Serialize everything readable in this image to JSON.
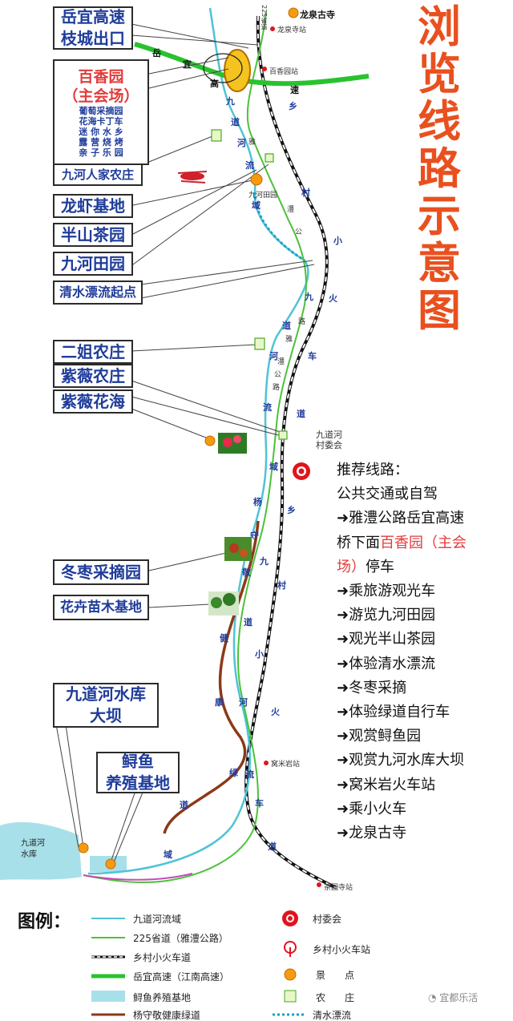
{
  "title_chars": [
    "浏",
    "览",
    "线",
    "路",
    "示",
    "意",
    "图"
  ],
  "boxes": {
    "exit": [
      "岳宜高速",
      "枝城出口"
    ],
    "baixiang": {
      "name": "百香园",
      "sub_name": "（主会场）",
      "items": [
        "葡萄采摘园",
        "花海卡丁车",
        "迷 你 水 乡",
        "露 营 烧 烤",
        "亲 子 乐 园"
      ]
    },
    "jiuhe_farm": "九河人家农庄",
    "crayfish": "龙虾基地",
    "tea": "半山茶园",
    "jiuhe_field": "九河田园",
    "rafting": "清水漂流起点",
    "erjie": "二姐农庄",
    "ziwei_farm": "紫薇农庄",
    "ziwei_flower": "紫薇花海",
    "jujube": "冬枣采摘园",
    "seedling": "花卉苗木基地",
    "reservoir": [
      "九道河水库",
      "大坝"
    ],
    "sturgeon": [
      "鲟鱼",
      "养殖基地"
    ]
  },
  "route": {
    "heading": "推荐线路：",
    "line1": "公共交通或自驾",
    "line2": "➜雅澧公路岳宜高速",
    "line3_a": "桥下面",
    "line3_b": "百香园（主会",
    "line4_a": "场）",
    "line4_b": "停车",
    "steps": [
      "➜乘旅游观光车",
      "➜游览九河田园",
      "➜观光半山茶园",
      "➜体验清水漂流",
      "➜冬枣采摘",
      "➜体验绿道自行车",
      "➜观赏鲟鱼园",
      "➜观赏九河水库大坝",
      "➜窝米岩火车站",
      "➜乘小火车",
      "➜龙泉古寺"
    ]
  },
  "map_labels": {
    "longquan_temple": "龙泉古寺",
    "longquan_station": "龙泉寺站",
    "baixiang_station": "百香园站",
    "village_committee": [
      "九道河",
      "村委会"
    ],
    "wumiyan_station": "窝米岩站",
    "chayuansi_station": "茶园寺站",
    "reservoir_area": [
      "九道河",
      "水库"
    ],
    "jiuhe_tianyuan": "九河田园",
    "road_225": "225省道",
    "yue": "岳",
    "yi": "宜",
    "gao": "高",
    "su": "速",
    "river_chars": [
      "九",
      "道",
      "河",
      "流",
      "域"
    ],
    "river_chars2": [
      "九",
      "道",
      "河",
      "流",
      "域"
    ],
    "train_chars": [
      "乡",
      "村",
      "小",
      "火",
      "车",
      "道"
    ],
    "train_chars2": [
      "乡",
      "村",
      "小",
      "火",
      "车",
      "道"
    ],
    "green_chars": [
      "杨",
      "守",
      "敬",
      "健",
      "康",
      "绿",
      "道"
    ],
    "green_chars2": [
      "九",
      "道",
      "河",
      "流",
      "域"
    ],
    "road_225_chars": [
      "雅",
      "澧",
      "公",
      "路"
    ],
    "road_225_chars2": [
      "雅",
      "澧",
      "公",
      "路"
    ]
  },
  "legend": {
    "title": "图例：",
    "items_left": [
      "九道河流域",
      "225省道（雅澧公路）",
      "乡村小火车道",
      "岳宜高速（江南高速）",
      "鲟鱼养殖基地",
      "杨守敬健康绿道"
    ],
    "items_right": [
      "村委会",
      "乡村小火车站",
      "景　　点",
      "农　　庄",
      "清水漂流"
    ]
  },
  "colors": {
    "title": "#e9501f",
    "box_text": "#1f3c9a",
    "highlight": "#e33b3b",
    "river": "#4fc3d6",
    "road_225": "#4cc13a",
    "expressway": "#29c22f",
    "greenway": "#8b3a18",
    "reservoir": "#a8e0ea",
    "scenic_spot": "#f59b10",
    "village_committee": "#e0141e"
  },
  "icons": [
    "scenic-spot-icon",
    "farm-icon",
    "village-committee-icon",
    "train-station-icon",
    "crayfish-icon",
    "flower-photo-icon"
  ],
  "watermark": "宜都乐活"
}
